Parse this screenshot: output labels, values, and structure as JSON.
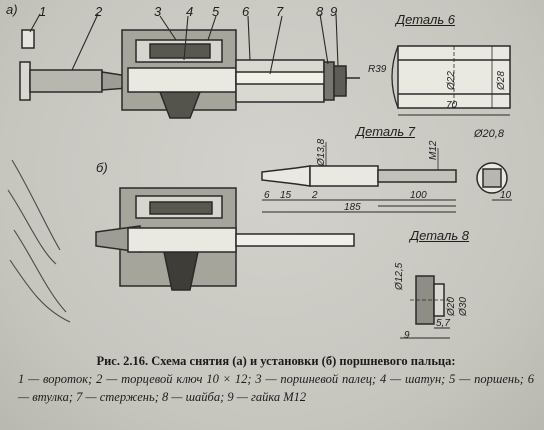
{
  "figure": {
    "panel_a": "a)",
    "panel_b": "б)",
    "callouts": [
      "1",
      "2",
      "3",
      "4",
      "5",
      "6",
      "7",
      "8",
      "9"
    ],
    "details": [
      {
        "title": "Деталь 6",
        "dims": [
          "R39",
          "Ø22",
          "Ø28",
          "70"
        ]
      },
      {
        "title": "Деталь 7",
        "dims": [
          "Ø13,8",
          "Ø20,8",
          "M12",
          "6",
          "15",
          "2",
          "185",
          "100",
          "10"
        ]
      },
      {
        "title": "Деталь 8",
        "dims": [
          "Ø12,5",
          "Ø20",
          "Ø30",
          "5,7",
          "9"
        ]
      }
    ]
  },
  "caption": {
    "title": "Рис. 2.16. Схема снятия (а) и установки (б) поршневого пальца:",
    "legend": "1 — вороток; 2 — торцевой ключ 10 × 12; 3 — поршневой палец; 4 — шатун; 5 — поршень; 6 — втулка; 7 — стержень; 8 — шайба; 9 — гайка М12"
  }
}
